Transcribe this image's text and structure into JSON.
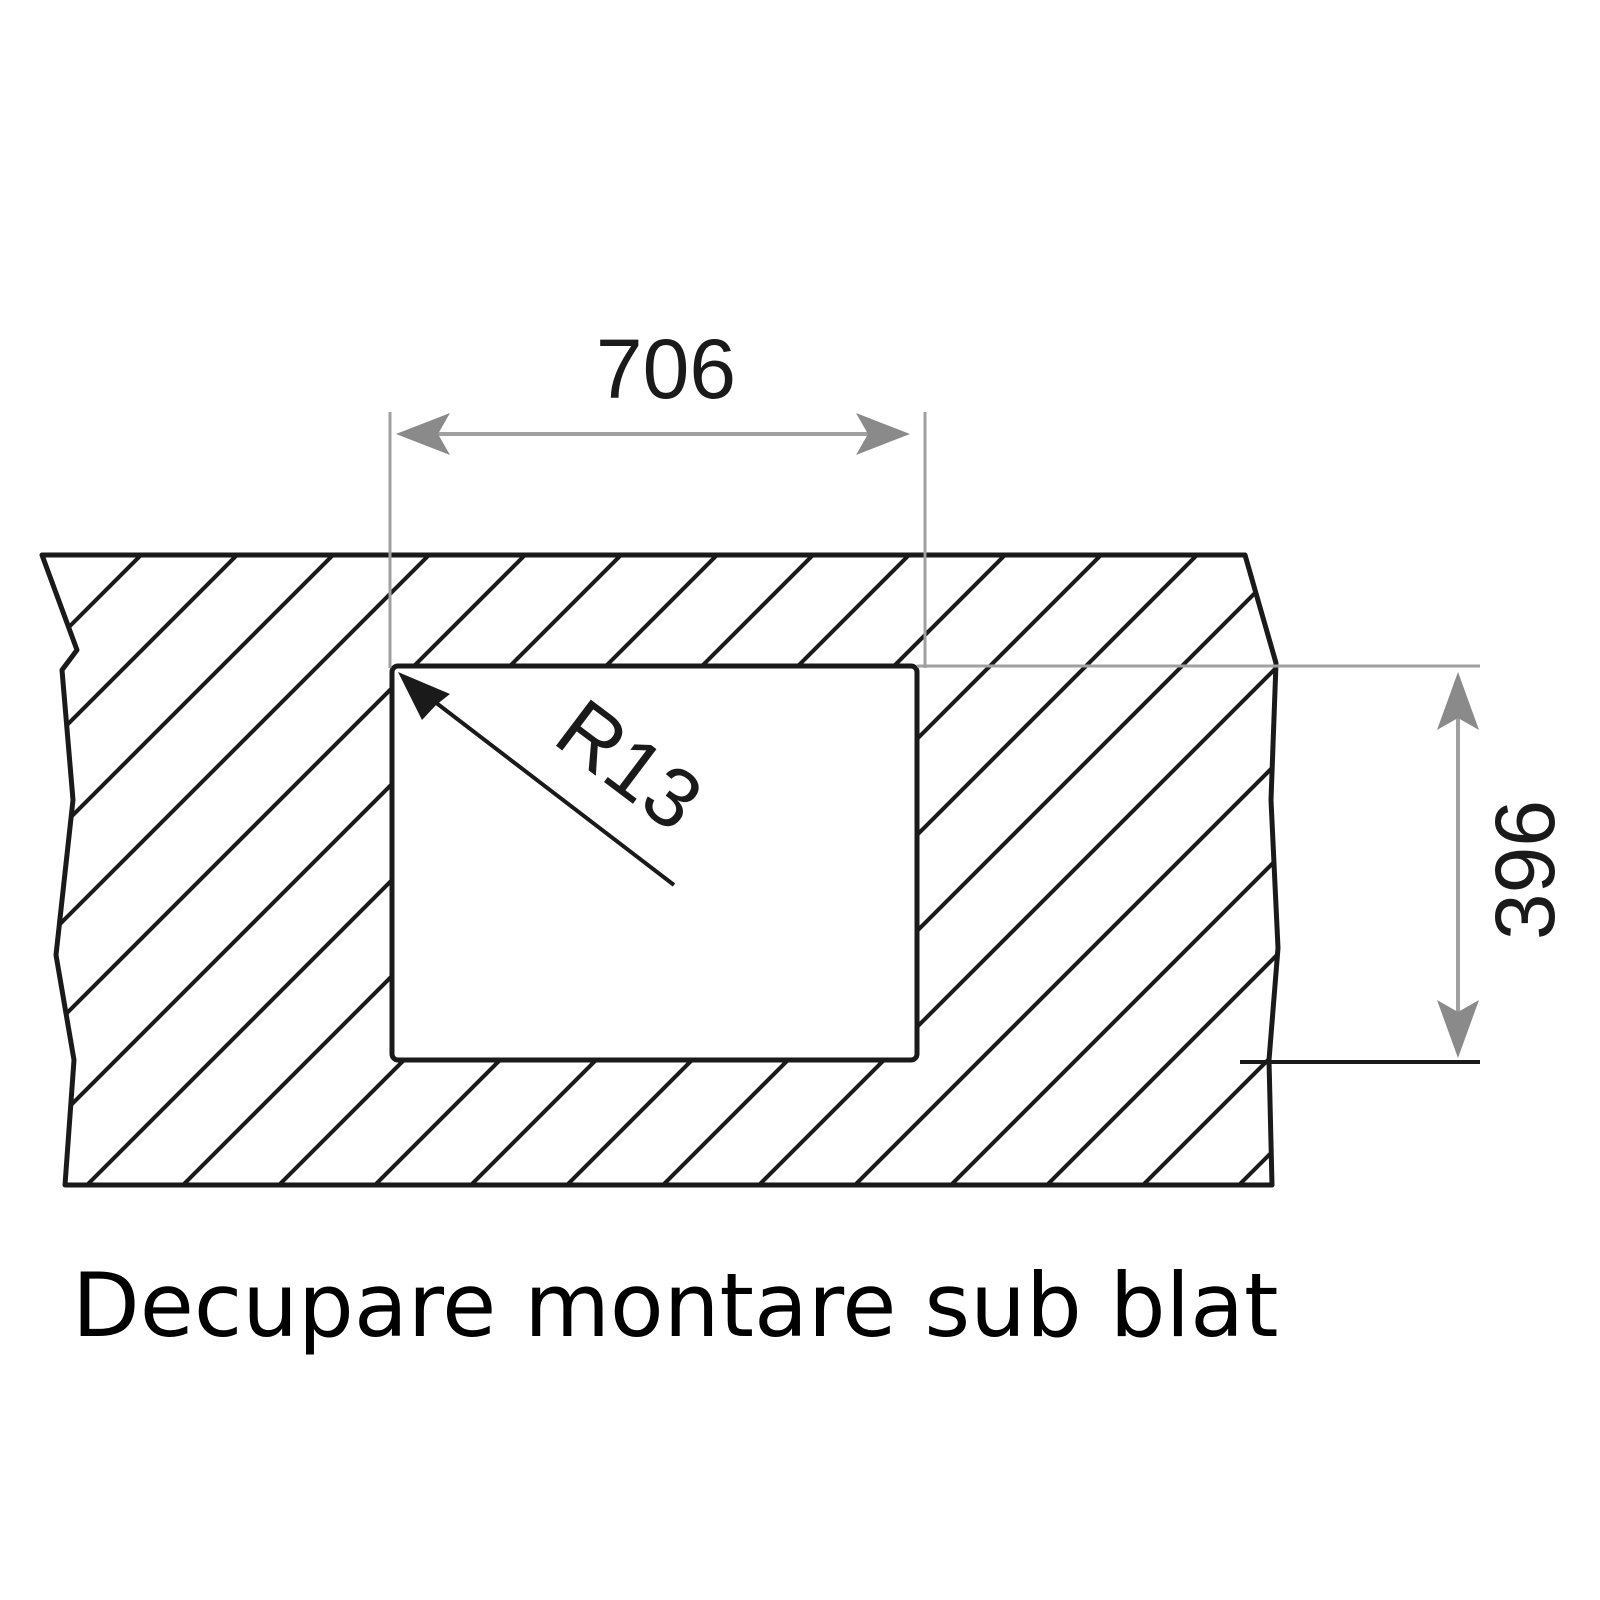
{
  "drawing": {
    "width_dimension": "706",
    "height_dimension": "396",
    "corner_radius": "R13",
    "caption": "Decupare montare sub blat"
  },
  "colors": {
    "outline": "#1a1a1a",
    "dimension_line": "#a0a0a0",
    "arrow": "#8a8a8a",
    "background": "#ffffff"
  }
}
